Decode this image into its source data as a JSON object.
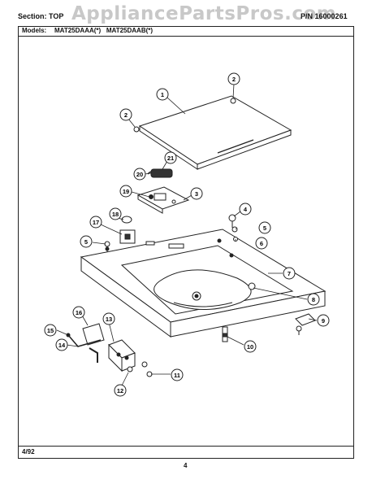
{
  "header": {
    "section_label": "Section:",
    "section_value": "TOP",
    "pn_label": "P/N",
    "pn_value": "16000261",
    "watermark": "AppliancePartsPros.com"
  },
  "models": {
    "label": "Models:",
    "value": "MAT25DAAA(*)   MAT25DAAB(*)"
  },
  "footer": {
    "date": "4/92",
    "page_number": "4"
  },
  "callouts": [
    "1",
    "2",
    "2",
    "3",
    "4",
    "5",
    "5",
    "6",
    "7",
    "8",
    "9",
    "10",
    "11",
    "12",
    "13",
    "14",
    "15",
    "16",
    "17",
    "18",
    "19",
    "20",
    "21"
  ]
}
